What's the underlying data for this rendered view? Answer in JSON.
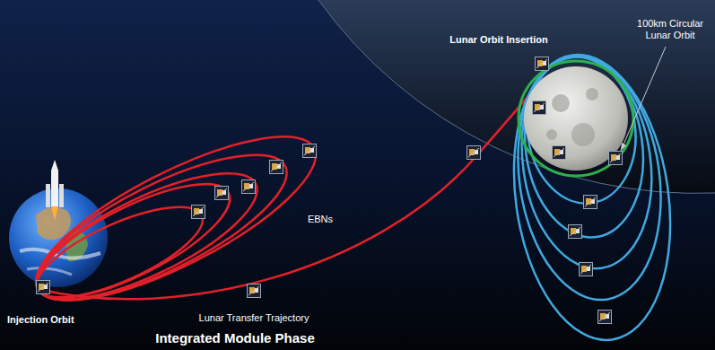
{
  "diagram": {
    "title": "Integrated Module Phase",
    "labels": [
      "100km Circular Lunar Orbit",
      "Lunar Orbit Insertion",
      "EBNs",
      "Injection Orbit",
      "Lunar Transfer Trajectory"
    ]
  }
}
